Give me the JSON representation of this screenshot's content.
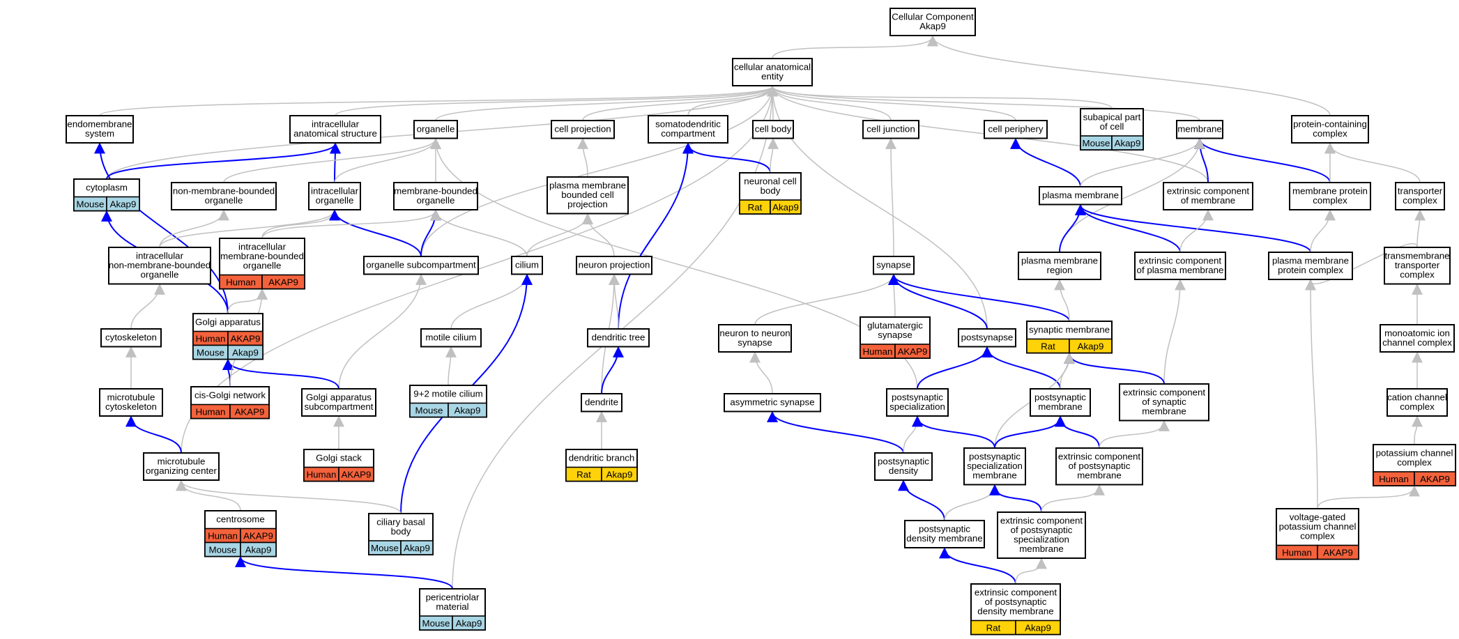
{
  "colors": {
    "gray_edge": "#c0c0c0",
    "blue_edge": "#0000ff",
    "Human": "#f4623c",
    "Mouse": "#a9d6e5",
    "Rat": "#ffd20a"
  },
  "nodes": [
    {
      "id": "root",
      "lines": [
        "Cellular Component",
        "Akap9"
      ]
    },
    {
      "id": "cae",
      "lines": [
        "cellular anatomical",
        "entity"
      ]
    },
    {
      "id": "endo",
      "lines": [
        "endomembrane",
        "system"
      ]
    },
    {
      "id": "ias",
      "lines": [
        "intracellular",
        "anatomical structure"
      ]
    },
    {
      "id": "organelle",
      "lines": [
        "organelle"
      ]
    },
    {
      "id": "cellproj",
      "lines": [
        "cell projection"
      ]
    },
    {
      "id": "somato",
      "lines": [
        "somatodendritic",
        "compartment"
      ]
    },
    {
      "id": "cellbody",
      "lines": [
        "cell body"
      ]
    },
    {
      "id": "celljunc",
      "lines": [
        "cell junction"
      ]
    },
    {
      "id": "cellperiph",
      "lines": [
        "cell periphery"
      ]
    },
    {
      "id": "subapical",
      "lines": [
        "subapical part",
        "of cell"
      ],
      "tags": [
        [
          "Mouse",
          "Akap9"
        ]
      ]
    },
    {
      "id": "membrane",
      "lines": [
        "membrane"
      ]
    },
    {
      "id": "pcc",
      "lines": [
        "protein-containing",
        "complex"
      ]
    },
    {
      "id": "cytoplasm",
      "lines": [
        "cytoplasm"
      ],
      "tags": [
        [
          "Mouse",
          "Akap9"
        ]
      ]
    },
    {
      "id": "nmbo",
      "lines": [
        "non-membrane-bounded",
        "organelle"
      ]
    },
    {
      "id": "intraorg",
      "lines": [
        "intracellular",
        "organelle"
      ]
    },
    {
      "id": "mbo",
      "lines": [
        "membrane-bounded",
        "organelle"
      ]
    },
    {
      "id": "pmbcp",
      "lines": [
        "plasma membrane",
        "bounded cell",
        "projection"
      ]
    },
    {
      "id": "ncb",
      "lines": [
        "neuronal cell",
        "body"
      ],
      "tags": [
        [
          "Rat",
          "Akap9"
        ]
      ]
    },
    {
      "id": "pm",
      "lines": [
        "plasma membrane"
      ]
    },
    {
      "id": "ecm",
      "lines": [
        "extrinsic component",
        "of membrane"
      ]
    },
    {
      "id": "mpc",
      "lines": [
        "membrane protein",
        "complex"
      ]
    },
    {
      "id": "transcomplex",
      "lines": [
        "transporter",
        "complex"
      ]
    },
    {
      "id": "inmbo",
      "lines": [
        "intracellular",
        "non-membrane-bounded",
        "organelle"
      ]
    },
    {
      "id": "imbo",
      "lines": [
        "intracellular",
        "membrane-bounded",
        "organelle"
      ],
      "tags": [
        [
          "Human",
          "AKAP9"
        ]
      ]
    },
    {
      "id": "orgsub",
      "lines": [
        "organelle subcompartment"
      ]
    },
    {
      "id": "cilium",
      "lines": [
        "cilium"
      ]
    },
    {
      "id": "neuronproj",
      "lines": [
        "neuron projection"
      ]
    },
    {
      "id": "synapse",
      "lines": [
        "synapse"
      ]
    },
    {
      "id": "pmr",
      "lines": [
        "plasma membrane",
        "region"
      ]
    },
    {
      "id": "ecpm",
      "lines": [
        "extrinsic component",
        "of plasma membrane"
      ]
    },
    {
      "id": "pmpc",
      "lines": [
        "plasma membrane",
        "protein complex"
      ]
    },
    {
      "id": "tmtc",
      "lines": [
        "transmembrane",
        "transporter",
        "complex"
      ]
    },
    {
      "id": "golgi",
      "lines": [
        "Golgi apparatus"
      ],
      "tags": [
        [
          "Human",
          "AKAP9"
        ],
        [
          "Mouse",
          "Akap9"
        ]
      ]
    },
    {
      "id": "cytoskel",
      "lines": [
        "cytoskeleton"
      ]
    },
    {
      "id": "motile",
      "lines": [
        "motile cilium"
      ]
    },
    {
      "id": "dendtree",
      "lines": [
        "dendritic tree"
      ]
    },
    {
      "id": "n2n",
      "lines": [
        "neuron to neuron",
        "synapse"
      ]
    },
    {
      "id": "glut",
      "lines": [
        "glutamatergic",
        "synapse"
      ],
      "tags": [
        [
          "Human",
          "AKAP9"
        ]
      ]
    },
    {
      "id": "postsyn",
      "lines": [
        "postsynapse"
      ]
    },
    {
      "id": "synmem",
      "lines": [
        "synaptic membrane"
      ],
      "tags": [
        [
          "Rat",
          "Akap9"
        ]
      ]
    },
    {
      "id": "monoion",
      "lines": [
        "monoatomic ion",
        "channel complex"
      ]
    },
    {
      "id": "mtcyto",
      "lines": [
        "microtubule",
        "cytoskeleton"
      ]
    },
    {
      "id": "cisgolgi",
      "lines": [
        "cis-Golgi network"
      ],
      "tags": [
        [
          "Human",
          "AKAP9"
        ]
      ]
    },
    {
      "id": "golgisub",
      "lines": [
        "Golgi apparatus",
        "subcompartment"
      ]
    },
    {
      "id": "ninetwo",
      "lines": [
        "9+2 motile cilium"
      ],
      "tags": [
        [
          "Mouse",
          "Akap9"
        ]
      ]
    },
    {
      "id": "dendrite",
      "lines": [
        "dendrite"
      ]
    },
    {
      "id": "asym",
      "lines": [
        "asymmetric synapse"
      ]
    },
    {
      "id": "postspec",
      "lines": [
        "postsynaptic",
        "specialization"
      ]
    },
    {
      "id": "postmem",
      "lines": [
        "postsynaptic",
        "membrane"
      ]
    },
    {
      "id": "ecsm",
      "lines": [
        "extrinsic component",
        "of synaptic",
        "membrane"
      ]
    },
    {
      "id": "cation",
      "lines": [
        "cation channel",
        "complex"
      ]
    },
    {
      "id": "mtoc",
      "lines": [
        "microtubule",
        "organizing center"
      ]
    },
    {
      "id": "golgistack",
      "lines": [
        "Golgi stack"
      ],
      "tags": [
        [
          "Human",
          "AKAP9"
        ]
      ]
    },
    {
      "id": "dendbranch",
      "lines": [
        "dendritic branch"
      ],
      "tags": [
        [
          "Rat",
          "Akap9"
        ]
      ]
    },
    {
      "id": "pdens",
      "lines": [
        "postsynaptic",
        "density"
      ]
    },
    {
      "id": "psm",
      "lines": [
        "postsynaptic",
        "specialization",
        "membrane"
      ]
    },
    {
      "id": "ecpostm",
      "lines": [
        "extrinsic component",
        "of postsynaptic",
        "membrane"
      ]
    },
    {
      "id": "kchan",
      "lines": [
        "potassium channel",
        "complex"
      ],
      "tags": [
        [
          "Human",
          "AKAP9"
        ]
      ]
    },
    {
      "id": "centrosome",
      "lines": [
        "centrosome"
      ],
      "tags": [
        [
          "Human",
          "AKAP9"
        ],
        [
          "Mouse",
          "Akap9"
        ]
      ]
    },
    {
      "id": "cbb",
      "lines": [
        "ciliary basal",
        "body"
      ],
      "tags": [
        [
          "Mouse",
          "Akap9"
        ]
      ]
    },
    {
      "id": "pdm",
      "lines": [
        "postsynaptic",
        "density membrane"
      ]
    },
    {
      "id": "ecpsm",
      "lines": [
        "extrinsic component",
        "of postsynaptic",
        "specialization",
        "membrane"
      ]
    },
    {
      "id": "vgkc",
      "lines": [
        "voltage-gated",
        "potassium channel",
        "complex"
      ],
      "tags": [
        [
          "Human",
          "AKAP9"
        ]
      ]
    },
    {
      "id": "pcm",
      "lines": [
        "pericentriolar",
        "material"
      ],
      "tags": [
        [
          "Mouse",
          "Akap9"
        ]
      ]
    },
    {
      "id": "ecpdm",
      "lines": [
        "extrinsic component",
        "of postsynaptic",
        "density membrane"
      ],
      "tags": [
        [
          "Rat",
          "Akap9"
        ]
      ]
    }
  ],
  "edges": [
    {
      "from": "cae",
      "to": "root",
      "kind": "gray"
    },
    {
      "from": "pcc",
      "to": "root",
      "kind": "gray"
    },
    {
      "from": "endo",
      "to": "cae",
      "kind": "gray"
    },
    {
      "from": "ias",
      "to": "cae",
      "kind": "gray"
    },
    {
      "from": "organelle",
      "to": "cae",
      "kind": "gray"
    },
    {
      "from": "cellproj",
      "to": "cae",
      "kind": "gray"
    },
    {
      "from": "somato",
      "to": "cae",
      "kind": "gray"
    },
    {
      "from": "cellbody",
      "to": "cae",
      "kind": "gray"
    },
    {
      "from": "celljunc",
      "to": "cae",
      "kind": "gray"
    },
    {
      "from": "cellperiph",
      "to": "cae",
      "kind": "gray"
    },
    {
      "from": "subapical",
      "to": "cae",
      "kind": "gray"
    },
    {
      "from": "membrane",
      "to": "cae",
      "kind": "gray"
    },
    {
      "from": "cytoplasm",
      "to": "cae",
      "kind": "gray"
    },
    {
      "from": "orgsub",
      "to": "cae",
      "kind": "gray"
    },
    {
      "from": "postsyn",
      "to": "cae",
      "kind": "gray"
    },
    {
      "from": "mtoc",
      "to": "cae",
      "kind": "gray"
    },
    {
      "from": "pcm",
      "to": "cae",
      "kind": "gray"
    },
    {
      "from": "ecm",
      "to": "cae",
      "kind": "gray"
    },
    {
      "from": "cytoplasm",
      "to": "ias",
      "kind": "blue"
    },
    {
      "from": "intraorg",
      "to": "ias",
      "kind": "blue"
    },
    {
      "from": "nmbo",
      "to": "organelle",
      "kind": "gray"
    },
    {
      "from": "intraorg",
      "to": "organelle",
      "kind": "gray"
    },
    {
      "from": "mbo",
      "to": "organelle",
      "kind": "gray"
    },
    {
      "from": "postspec",
      "to": "organelle",
      "kind": "gray"
    },
    {
      "from": "pmbcp",
      "to": "cellproj",
      "kind": "gray"
    },
    {
      "from": "ncb",
      "to": "somato",
      "kind": "blue"
    },
    {
      "from": "dendtree",
      "to": "somato",
      "kind": "blue"
    },
    {
      "from": "ncb",
      "to": "cellbody",
      "kind": "gray"
    },
    {
      "from": "synapse",
      "to": "celljunc",
      "kind": "gray"
    },
    {
      "from": "pm",
      "to": "cellperiph",
      "kind": "blue"
    },
    {
      "from": "pm",
      "to": "membrane",
      "kind": "gray"
    },
    {
      "from": "ecm",
      "to": "membrane",
      "kind": "blue"
    },
    {
      "from": "mpc",
      "to": "membrane",
      "kind": "blue"
    },
    {
      "from": "pmr",
      "to": "membrane",
      "kind": "gray"
    },
    {
      "from": "mpc",
      "to": "pcc",
      "kind": "gray"
    },
    {
      "from": "transcomplex",
      "to": "pcc",
      "kind": "gray"
    },
    {
      "from": "golgi",
      "to": "cytoplasm",
      "kind": "blue"
    },
    {
      "from": "golgi",
      "to": "endo",
      "kind": "blue"
    },
    {
      "from": "inmbo",
      "to": "nmbo",
      "kind": "gray"
    },
    {
      "from": "inmbo",
      "to": "intraorg",
      "kind": "gray"
    },
    {
      "from": "imbo",
      "to": "intraorg",
      "kind": "gray"
    },
    {
      "from": "orgsub",
      "to": "intraorg",
      "kind": "blue"
    },
    {
      "from": "imbo",
      "to": "mbo",
      "kind": "gray"
    },
    {
      "from": "orgsub",
      "to": "mbo",
      "kind": "blue"
    },
    {
      "from": "cilium",
      "to": "mbo",
      "kind": "gray"
    },
    {
      "from": "cilium",
      "to": "pmbcp",
      "kind": "gray"
    },
    {
      "from": "neuronproj",
      "to": "pmbcp",
      "kind": "gray"
    },
    {
      "from": "pmr",
      "to": "pm",
      "kind": "blue"
    },
    {
      "from": "ecpm",
      "to": "pm",
      "kind": "blue"
    },
    {
      "from": "pmpc",
      "to": "pm",
      "kind": "blue"
    },
    {
      "from": "ecpm",
      "to": "ecm",
      "kind": "gray"
    },
    {
      "from": "pmpc",
      "to": "mpc",
      "kind": "gray"
    },
    {
      "from": "tmtc",
      "to": "transcomplex",
      "kind": "gray"
    },
    {
      "from": "tmtc",
      "to": "pmpc",
      "kind": "gray"
    },
    {
      "from": "cytoskel",
      "to": "inmbo",
      "kind": "gray"
    },
    {
      "from": "golgi",
      "to": "imbo",
      "kind": "gray"
    },
    {
      "from": "golgisub",
      "to": "orgsub",
      "kind": "gray"
    },
    {
      "from": "motile",
      "to": "cilium",
      "kind": "gray"
    },
    {
      "from": "cbb",
      "to": "cilium",
      "kind": "blue"
    },
    {
      "from": "dendtree",
      "to": "neuronproj",
      "kind": "gray"
    },
    {
      "from": "dendrite",
      "to": "neuronproj",
      "kind": "gray"
    },
    {
      "from": "n2n",
      "to": "synapse",
      "kind": "gray"
    },
    {
      "from": "glut",
      "to": "synapse",
      "kind": "gray"
    },
    {
      "from": "postsyn",
      "to": "synapse",
      "kind": "blue"
    },
    {
      "from": "synmem",
      "to": "synapse",
      "kind": "blue"
    },
    {
      "from": "synmem",
      "to": "pmr",
      "kind": "gray"
    },
    {
      "from": "ecsm",
      "to": "ecpm",
      "kind": "gray"
    },
    {
      "from": "monoion",
      "to": "tmtc",
      "kind": "gray"
    },
    {
      "from": "mtcyto",
      "to": "cytoskel",
      "kind": "gray"
    },
    {
      "from": "cisgolgi",
      "to": "golgi",
      "kind": "blue"
    },
    {
      "from": "golgisub",
      "to": "golgi",
      "kind": "blue"
    },
    {
      "from": "cisgolgi",
      "to": "imbo",
      "kind": "gray"
    },
    {
      "from": "ninetwo",
      "to": "motile",
      "kind": "gray"
    },
    {
      "from": "dendrite",
      "to": "dendtree",
      "kind": "blue"
    },
    {
      "from": "asym",
      "to": "n2n",
      "kind": "gray"
    },
    {
      "from": "postspec",
      "to": "postsyn",
      "kind": "blue"
    },
    {
      "from": "postmem",
      "to": "postsyn",
      "kind": "blue"
    },
    {
      "from": "postmem",
      "to": "synmem",
      "kind": "gray"
    },
    {
      "from": "ecsm",
      "to": "synmem",
      "kind": "blue"
    },
    {
      "from": "psm",
      "to": "synmem",
      "kind": "gray"
    },
    {
      "from": "cation",
      "to": "monoion",
      "kind": "gray"
    },
    {
      "from": "mtoc",
      "to": "mtcyto",
      "kind": "blue"
    },
    {
      "from": "golgistack",
      "to": "golgisub",
      "kind": "gray"
    },
    {
      "from": "dendbranch",
      "to": "dendrite",
      "kind": "gray"
    },
    {
      "from": "pdens",
      "to": "asym",
      "kind": "blue"
    },
    {
      "from": "pdens",
      "to": "postspec",
      "kind": "gray"
    },
    {
      "from": "psm",
      "to": "postspec",
      "kind": "blue"
    },
    {
      "from": "psm",
      "to": "postmem",
      "kind": "blue"
    },
    {
      "from": "ecpostm",
      "to": "postmem",
      "kind": "blue"
    },
    {
      "from": "ecpostm",
      "to": "ecsm",
      "kind": "gray"
    },
    {
      "from": "kchan",
      "to": "cation",
      "kind": "gray"
    },
    {
      "from": "centrosome",
      "to": "mtoc",
      "kind": "gray"
    },
    {
      "from": "cbb",
      "to": "mtoc",
      "kind": "gray"
    },
    {
      "from": "pdm",
      "to": "pdens",
      "kind": "blue"
    },
    {
      "from": "pdm",
      "to": "psm",
      "kind": "gray"
    },
    {
      "from": "ecpsm",
      "to": "psm",
      "kind": "blue"
    },
    {
      "from": "ecpsm",
      "to": "ecpostm",
      "kind": "gray"
    },
    {
      "from": "vgkc",
      "to": "kchan",
      "kind": "gray"
    },
    {
      "from": "vgkc",
      "to": "pmpc",
      "kind": "gray"
    },
    {
      "from": "pcm",
      "to": "centrosome",
      "kind": "blue"
    },
    {
      "from": "ecpdm",
      "to": "pdm",
      "kind": "blue"
    },
    {
      "from": "ecpdm",
      "to": "ecpsm",
      "kind": "gray"
    }
  ]
}
